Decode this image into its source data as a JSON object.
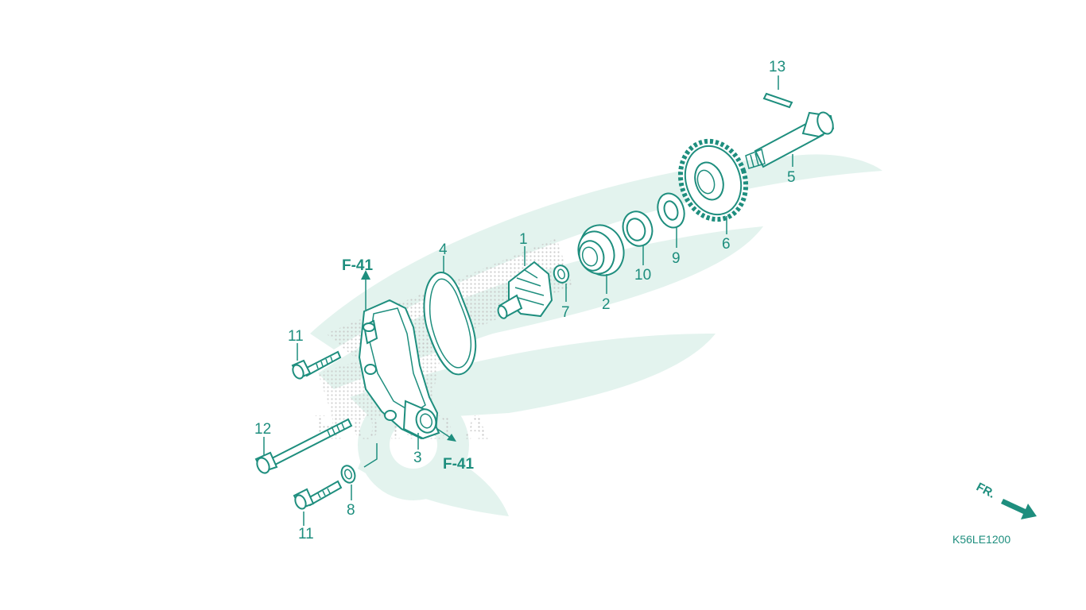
{
  "colors": {
    "line": "#1e8e7e",
    "watermark": "#e3f3ee",
    "dots": "#c6c6c6"
  },
  "watermark": {
    "text": "HONDA"
  },
  "callouts": [
    {
      "id": "1",
      "label": "1"
    },
    {
      "id": "2",
      "label": "2"
    },
    {
      "id": "3",
      "label": "3"
    },
    {
      "id": "4",
      "label": "4"
    },
    {
      "id": "5",
      "label": "5"
    },
    {
      "id": "6",
      "label": "6"
    },
    {
      "id": "7",
      "label": "7"
    },
    {
      "id": "8",
      "label": "8"
    },
    {
      "id": "9",
      "label": "9"
    },
    {
      "id": "10",
      "label": "10"
    },
    {
      "id": "11a",
      "label": "11"
    },
    {
      "id": "11b",
      "label": "11"
    },
    {
      "id": "12",
      "label": "12"
    },
    {
      "id": "13",
      "label": "13"
    }
  ],
  "references": {
    "upper": "F-41",
    "lower": "F-41"
  },
  "front_indicator": "FR.",
  "diagram_code": "K56LE1200"
}
